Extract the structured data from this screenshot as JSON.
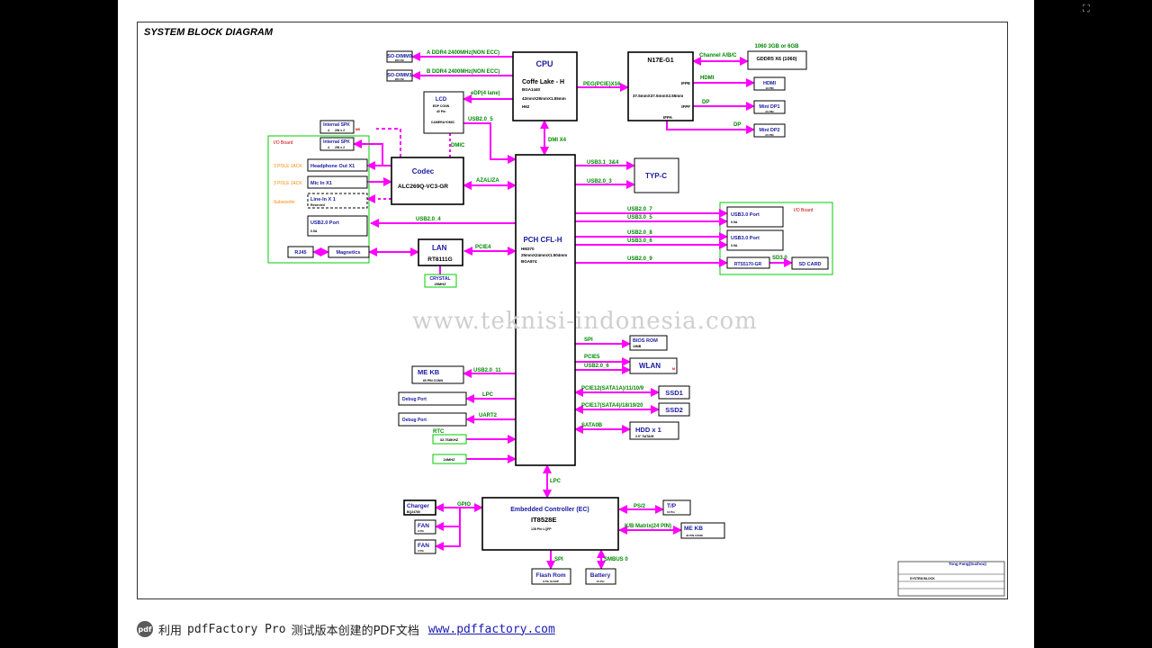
{
  "title": "SYSTEM BLOCK DIAGRAM",
  "watermark": "www.teknisi-indonesia.com",
  "footer": {
    "prefix": "利用",
    "product": "pdfFactory Pro",
    "suffix": "测试版本创建的PDF文档",
    "link": "www.pdffactory.com",
    "logo": "pdf"
  },
  "colors": {
    "bus": "#ff00ff",
    "label": "#008800",
    "block_text": "#1a1aa0",
    "frame": "#00cc00"
  },
  "blocks": {
    "cpu": {
      "title": "CPU",
      "l1": "Coffe Lake - H",
      "l2": "BGA1440",
      "l3": "42mmX28mmX1.55mm",
      "l4": "H62"
    },
    "gpu": {
      "title": "N17E-G1",
      "l1": "37.5mmX37.5mmX2.55mm",
      "ifpe": "IFPE",
      "ifpf": "IFPF",
      "ifpa": "IFPA"
    },
    "gddr": {
      "note": "1060 3GB or 6GB",
      "title": "GDDR5 X6 (1060)"
    },
    "dimm0": {
      "title": "SO-DIMM0",
      "sub": "260 Pin"
    },
    "dimm1": {
      "title": "SO-DIMM1",
      "sub": "260 Pin"
    },
    "lcd": {
      "title": "LCD",
      "l1": "EDP CONN",
      "l2": "40 Pin",
      "l3": "CAMERA+DMIC"
    },
    "codec": {
      "title": "Codec",
      "l1": "ALC269Q-VC3-GR"
    },
    "pch": {
      "title": "PCH CFL-H",
      "l1": "HM370",
      "l2": "25mmX24mmX1.504mm",
      "l3": "BGA874"
    },
    "typec": {
      "title": "TYP-C"
    },
    "usb30a": {
      "title": "USB3.0 Port",
      "sub": "0.9A"
    },
    "usb30b": {
      "title": "USB3.0 Port",
      "sub": "0.9A"
    },
    "cardreader": {
      "title": "RTS5170-GR"
    },
    "sdcard": {
      "title": "SD CARD"
    },
    "spk1": {
      "title": "Internal SPK",
      "l1": "4",
      "l2": "2W x 2"
    },
    "spk2": {
      "title": "Internal SPK",
      "l1": "4",
      "l2": "2W x 2"
    },
    "headphone": {
      "title": "Headphone Out X1"
    },
    "mic": {
      "title": "Mic In X1"
    },
    "linein": {
      "title": "Line-In X 1",
      "sub": "Reserved"
    },
    "usb20": {
      "title": "USB2.0 Port",
      "sub": "0.5A"
    },
    "rj45": {
      "title": "RJ45"
    },
    "magnetics": {
      "title": "Magnetics"
    },
    "lan": {
      "title": "LAN",
      "l1": "RT8111G"
    },
    "crystal": {
      "title": "CRYSTAL",
      "sub": "25MHZ"
    },
    "hdmi": {
      "title": "HDMI",
      "sub": "19 PIN"
    },
    "minidp1": {
      "title": "Mini DP1",
      "sub": "20 PIN"
    },
    "minidp2": {
      "title": "Mini DP2",
      "sub": "20 PIN"
    },
    "biosrom": {
      "title": "BIOS ROM",
      "sub": "16MB"
    },
    "wlan": {
      "title": "WLAN",
      "mark": "M"
    },
    "ssd1": {
      "title": "SSD1"
    },
    "ssd2": {
      "title": "SSD2"
    },
    "hdd": {
      "title": "HDD x 1",
      "sub": "2.5\" SATA/III"
    },
    "mekb_top": {
      "title": "ME KB",
      "sub": "60 PIN CONN"
    },
    "debug1": {
      "title": "Debug Port"
    },
    "debug2": {
      "title": "Debug Port"
    },
    "rtc_xtal": {
      "title": "32.768KHZ"
    },
    "xtal24": {
      "title": "24MHZ"
    },
    "ec": {
      "title": "Embedded Controller (EC)",
      "l1": "IT8528E",
      "l2": "128 Pin LQFP"
    },
    "charger": {
      "title": "Charger",
      "sub": "BQ24780"
    },
    "fan1": {
      "title": "FAN",
      "sub": "3 Pin"
    },
    "fan2": {
      "title": "FAN",
      "sub": "3 Pin"
    },
    "flashrom": {
      "title": "Flash Rom",
      "sub": "8 Pin M-SOP"
    },
    "battery": {
      "title": "Battery",
      "sub": "13 Pin"
    },
    "tp": {
      "title": "T/P",
      "sub": "10 Pin"
    },
    "mekb_bot": {
      "title": "ME KB",
      "sub": "40 PIN CONN"
    }
  },
  "labels": {
    "ddr_a": "A DDR4 2400MHz(NON ECC)",
    "ddr_b": "B DDR4 2400MHz(NON ECC)",
    "peg": "PEG(PCIE)X16",
    "channel": "Channel A/B/C",
    "hdmi": "HDMI",
    "dp1": "DP",
    "dp2": "DP",
    "edp": "eDP(4 lane)",
    "dmi": "DMI X4",
    "usb2_5": "USB2.0_5",
    "dmic": "DMIC",
    "azaliza": "AZALIZA",
    "usb31": "USB3.1_3&4",
    "usb203": "USB2.0_3",
    "usb27": "USB2.0_7",
    "usb35": "USB3.0_5",
    "usb28": "USB2.0_8",
    "usb36": "USB3.0_6",
    "usb29": "USB2.0_9",
    "sd30": "SD3.0",
    "usb24": "USB2.0_4",
    "pcie4": "PCIE4",
    "spi_top": "SPI",
    "pcie5": "PCIE5",
    "usb26": "USB2.0_6",
    "pcie12": "PCIE12(SATA1A)/11/10/9",
    "pcie17": "PCIE17(SATA4)/18/19/20",
    "sata0b": "SATA0B",
    "usb211": "USB2.0_11",
    "lpc1": "LPC",
    "uart2": "UART2",
    "rtc": "RTC",
    "lpc2": "LPC",
    "gpio": "GPIO",
    "ps2": "PS/2",
    "kbmatrix": "K/B Matrix(24 PIN)",
    "spi_bot": "SPI",
    "smbus": "SMBUS 0",
    "io_board_left": "I/O Board",
    "io_board_right": "I/O Board",
    "pole3a": "3 POLE JACK",
    "pole3b": "3 POLE JACK",
    "subwoofer": "Subwoofer",
    "ms": "MS"
  },
  "titleblock": {
    "company": "Tong Fang(Suzhou)",
    "title": "SYSTEM BLOCK"
  }
}
